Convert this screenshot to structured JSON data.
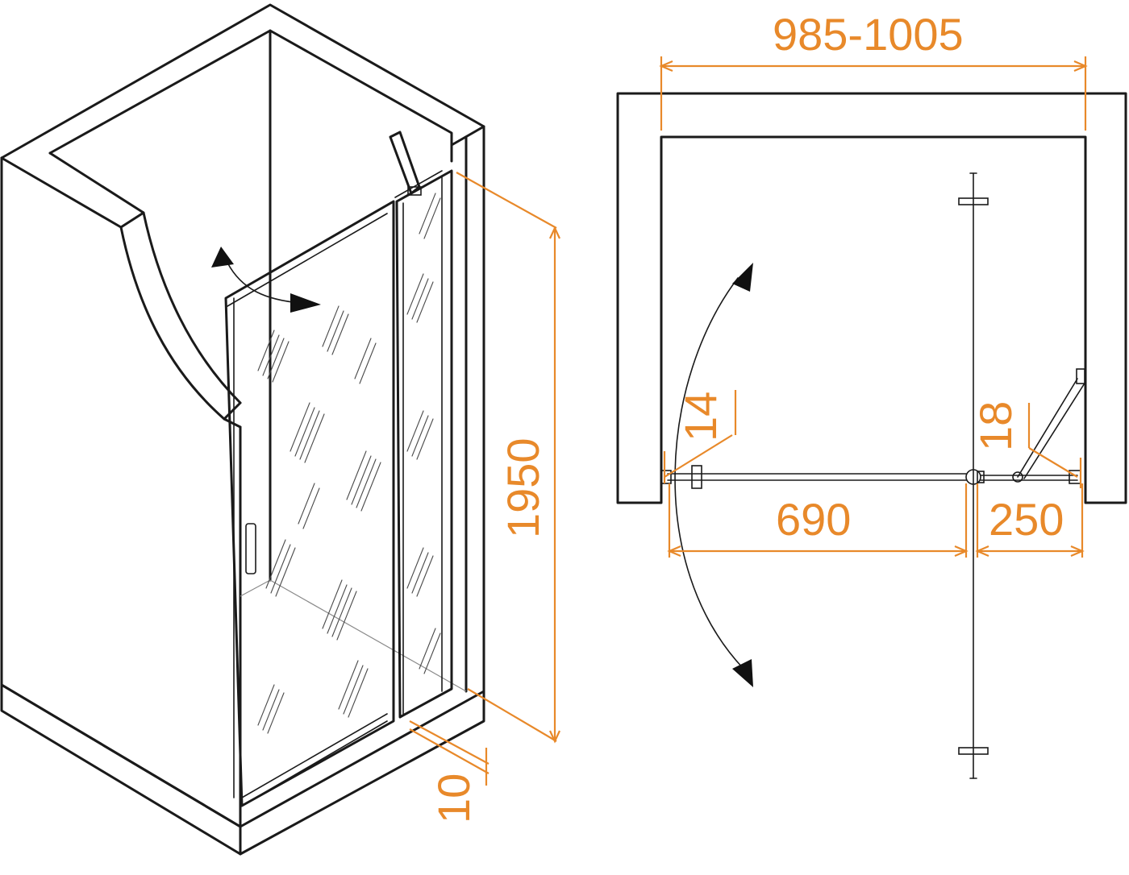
{
  "accent_color": "#e8892a",
  "line_color": "#1a1a1a",
  "dimensions": {
    "height": "1950",
    "threshold": "10",
    "width_range": "985-1005",
    "door_width": "690",
    "fixed_panel_width": "250",
    "left_profile": "14",
    "right_profile": "18"
  }
}
